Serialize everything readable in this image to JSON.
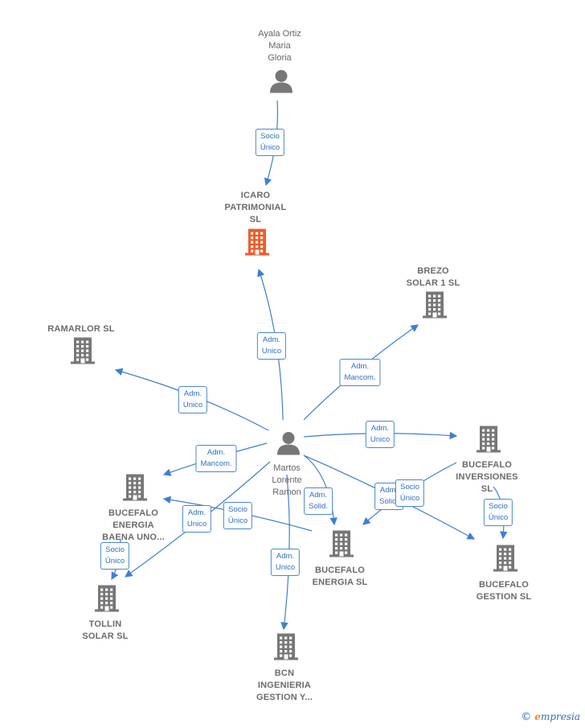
{
  "colors": {
    "edge": "#3f7fd1",
    "company": "#777777",
    "highlight": "#f05a28",
    "person": "#777777"
  },
  "nodes": [
    {
      "id": "ayala",
      "type": "person",
      "label": "Ayala Ortiz\nMaria\nGloria"
    },
    {
      "id": "icaro",
      "type": "company",
      "label": "ICARO\nPATRIMONIAL\nSL",
      "highlight": true
    },
    {
      "id": "brezo",
      "type": "company",
      "label": "BREZO\nSOLAR 1  SL"
    },
    {
      "id": "ramarlor",
      "type": "company",
      "label": "RAMARLOR  SL"
    },
    {
      "id": "martos",
      "type": "person",
      "label": "Martos\nLorente\nRamon"
    },
    {
      "id": "bucinv",
      "type": "company",
      "label": "BUCEFALO\nINVERSIONES\nSL"
    },
    {
      "id": "bucbaena",
      "type": "company",
      "label": "BUCEFALO\nENERGIA\nBAENA UNO..."
    },
    {
      "id": "bucenergia",
      "type": "company",
      "label": "BUCEFALO\nENERGIA  SL"
    },
    {
      "id": "bucgestion",
      "type": "company",
      "label": "BUCEFALO\nGESTION  SL"
    },
    {
      "id": "tollin",
      "type": "company",
      "label": "TOLLIN\nSOLAR  SL"
    },
    {
      "id": "bcn",
      "type": "company",
      "label": "BCN\nINGENIERIA\nGESTION Y..."
    }
  ],
  "edges": [
    {
      "id": "e1",
      "label": "Socio\nÚnico"
    },
    {
      "id": "e2",
      "label": "Adm.\nUnico"
    },
    {
      "id": "e3",
      "label": "Adm.\nMancom."
    },
    {
      "id": "e4",
      "label": "Adm.\nUnico"
    },
    {
      "id": "e5",
      "label": "Adm.\nUnico"
    },
    {
      "id": "e6",
      "label": "Adm.\nMancom."
    },
    {
      "id": "e7",
      "label": "Adm.\nSolid."
    },
    {
      "id": "e8",
      "label": "Adm.\nSolid."
    },
    {
      "id": "e9",
      "label": "Socio\nÚnico"
    },
    {
      "id": "e10",
      "label": "Socio\nÚnico"
    },
    {
      "id": "e11",
      "label": "Adm.\nUnico"
    },
    {
      "id": "e12",
      "label": "Socio\nÚnico"
    },
    {
      "id": "e13",
      "label": "Adm.\nUnico"
    },
    {
      "id": "e14",
      "label": "Socio\nÚnico"
    }
  ],
  "brand": {
    "copyright": "©",
    "first": "e",
    "rest": "mpresia"
  }
}
